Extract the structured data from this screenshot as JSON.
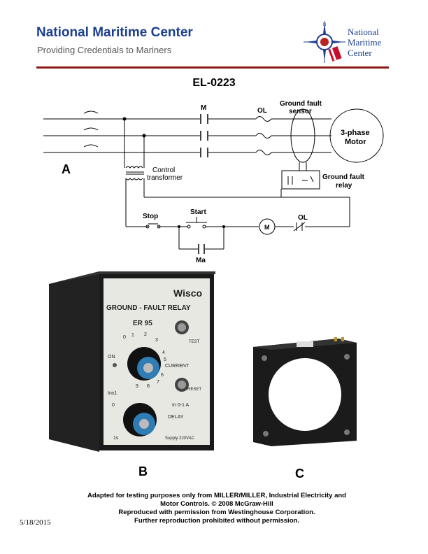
{
  "header": {
    "title": "National Maritime Center",
    "subtitle": "Providing Credentials to Mariners",
    "logo_lines": [
      "National",
      "Maritime",
      "Center"
    ],
    "brand_color": "#1c3f8f",
    "rule_color": "#8b1a1a"
  },
  "document_code": "EL-0223",
  "diagram": {
    "label_a": "A",
    "m_label": "M",
    "ol_label": "OL",
    "sensor_label": [
      "Ground fault",
      "sensor"
    ],
    "motor_label": [
      "3-phase",
      "Motor"
    ],
    "transformer_label": [
      "Control",
      "transformer"
    ],
    "relay_label": [
      "Ground fault",
      "relay"
    ],
    "stop_label": "Stop",
    "start_label": "Start",
    "coil_label": "M",
    "ol2_label": "OL",
    "ma_label": "Ma"
  },
  "relay_b": {
    "brand": "Wisco",
    "name": "GROUND - FAULT RELAY",
    "model": "ER 95",
    "test": "TEST",
    "on": "ON",
    "current": "CURRENT",
    "reset": "RESET",
    "inx1": "Inx1",
    "range": "In  0-1  A",
    "delay": "DELAY",
    "one_s": "1s",
    "supply": "Supply 220VAC",
    "dial_top": [
      "0",
      "1",
      "2",
      "3",
      "4",
      "5",
      "6",
      "7",
      "8",
      "9"
    ],
    "dial_bottom": [
      "0"
    ]
  },
  "label_b": "B",
  "label_c": "C",
  "footer": {
    "lines": [
      "Adapted for testing purposes only from MILLER/MILLER, Industrial Electricity and",
      "Motor Controls. © 2008 McGraw-Hill",
      "Reproduced with permission from Westinghouse Corporation.",
      "Further reproduction prohibited without permission."
    ]
  },
  "date": "5/18/2015"
}
